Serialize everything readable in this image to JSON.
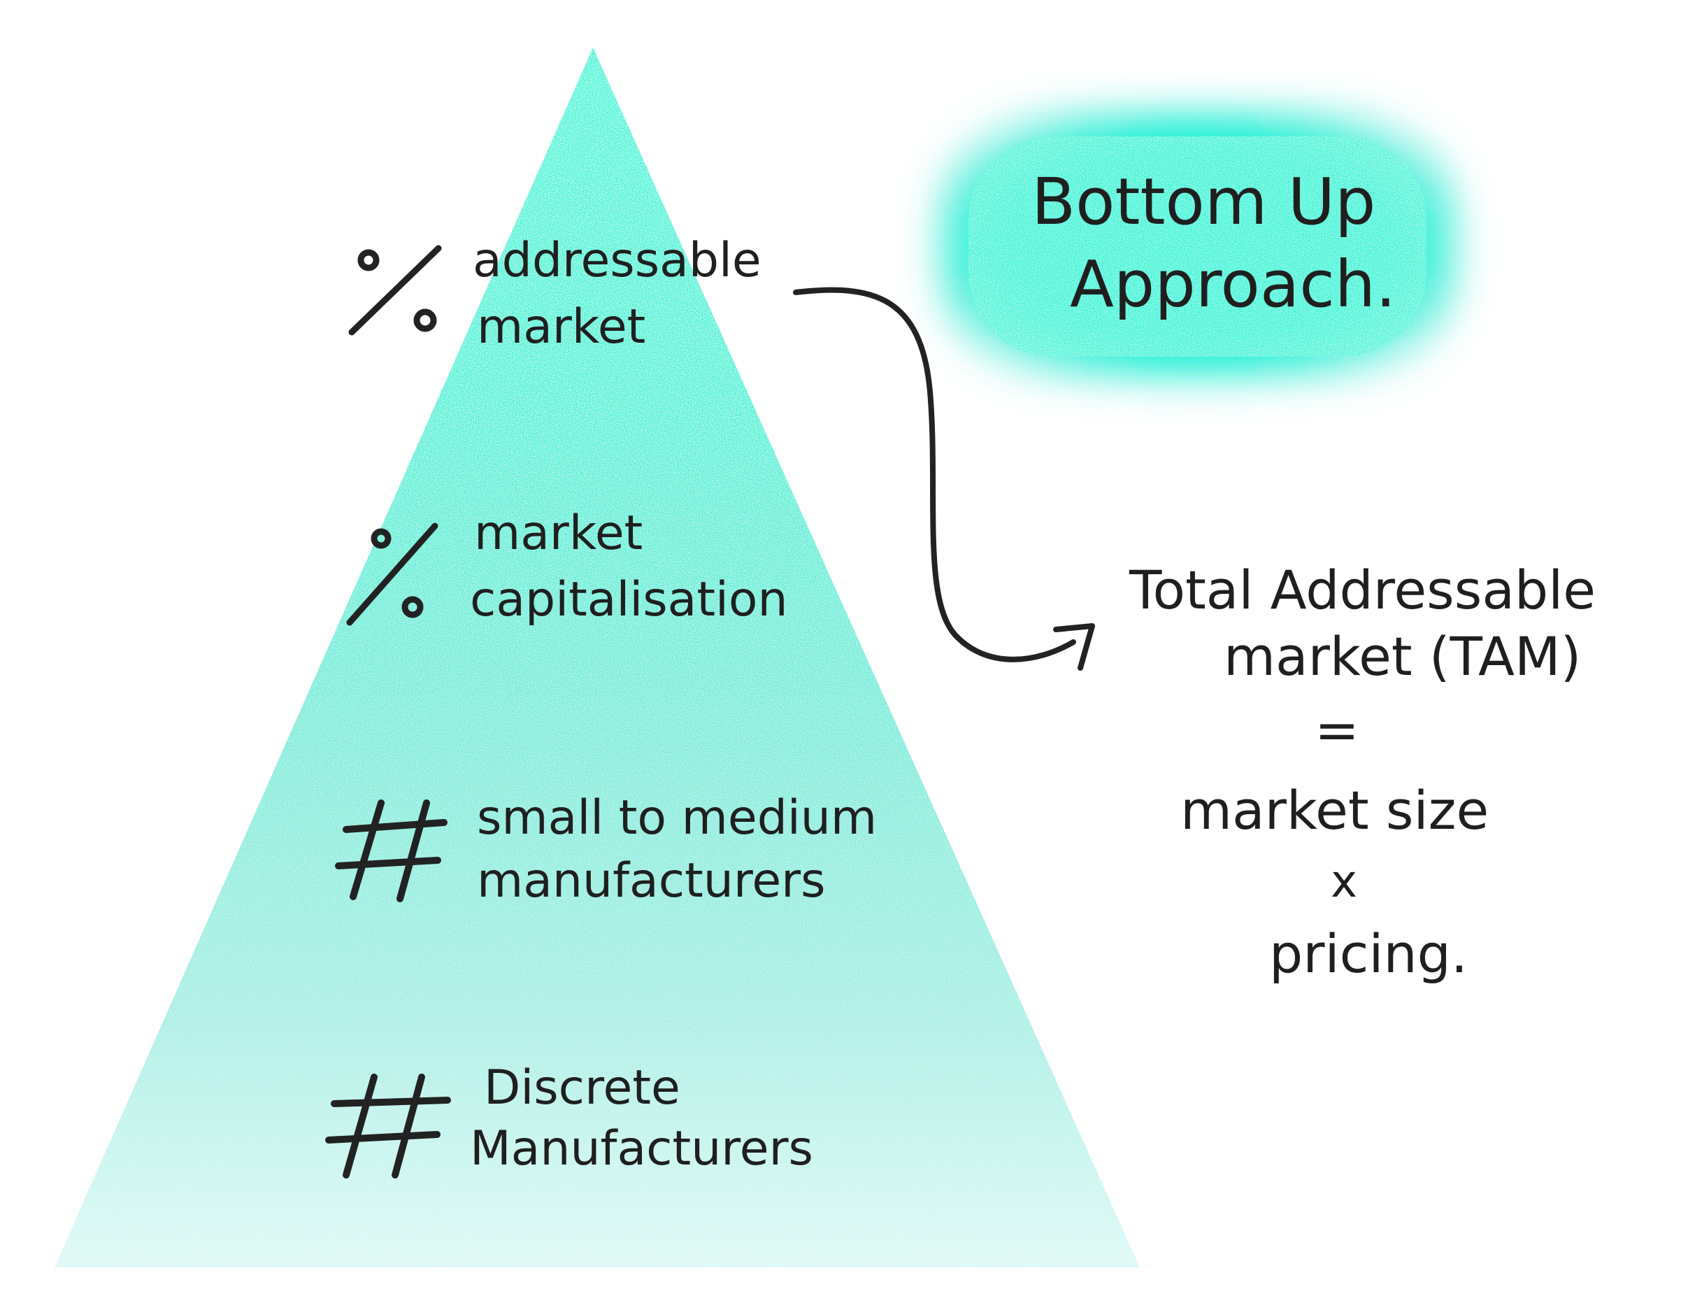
{
  "title": {
    "line1": "Bottom Up",
    "line2": "Approach."
  },
  "pyramid": {
    "levels": [
      {
        "symbol": "%",
        "symbol_icon": "percent-icon",
        "line1": "addressable",
        "line2": "market"
      },
      {
        "symbol": "%",
        "symbol_icon": "percent-icon",
        "line1": "market",
        "line2": "capitalisation"
      },
      {
        "symbol": "#",
        "symbol_icon": "hash-icon",
        "line1": "small to medium",
        "line2": "manufacturers"
      },
      {
        "symbol": "#",
        "symbol_icon": "hash-icon",
        "line1": "Discrete",
        "line2": "Manufacturers"
      }
    ]
  },
  "formula": {
    "line1": "Total Addressable",
    "line2": "market (TAM)",
    "equals": "=",
    "term1": "market size",
    "operator": "x",
    "term2": "pricing."
  },
  "colors": {
    "accent": "#00f5d6",
    "ink": "#1f1f1f",
    "background": "#ffffff"
  }
}
